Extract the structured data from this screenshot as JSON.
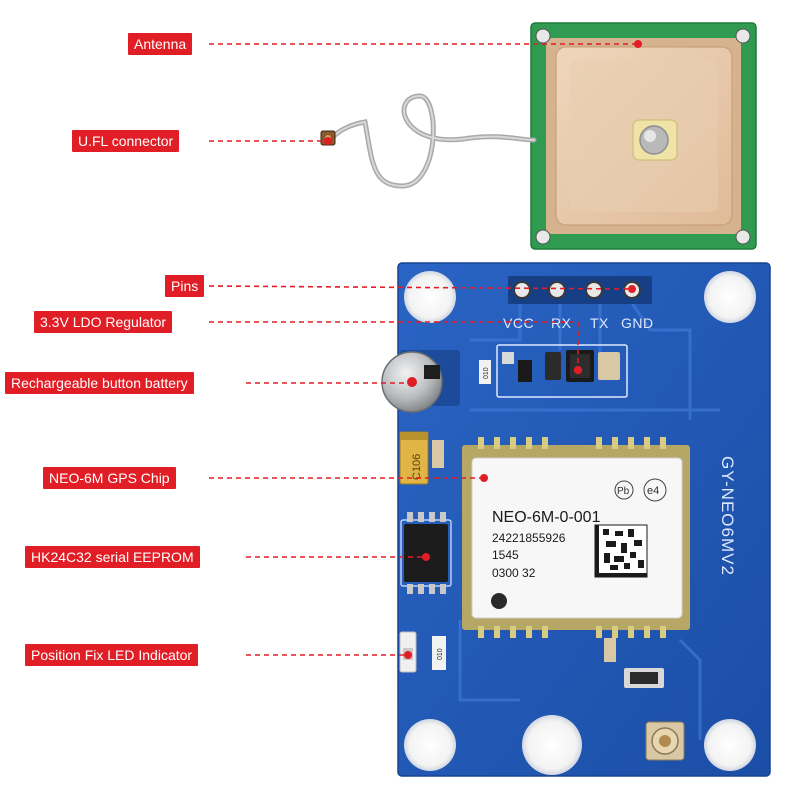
{
  "labels": {
    "antenna": "Antenna",
    "ufl": "U.FL connector",
    "pins": "Pins",
    "ldo": "3.3V LDO Regulator",
    "battery": "Rechargeable button battery",
    "gps_chip": "NEO-6M GPS Chip",
    "eeprom": "HK24C32 serial EEPROM",
    "led": "Position Fix LED Indicator"
  },
  "board": {
    "pin_labels": [
      "VCC",
      "RX",
      "TX",
      "GND"
    ],
    "side_label": "GY-NEO6MV2",
    "capacitor_label": "C106",
    "resistor_label": "010",
    "led_resistor_label": "010",
    "chip_lines": [
      "NEO-6M-0-001",
      "24221855926",
      "1545",
      "0300 32"
    ],
    "chip_badges": [
      "Pb",
      "e4"
    ]
  },
  "colors": {
    "callout": "#e11d25",
    "board": "#1f57b5",
    "antenna_frame": "#2e9a4e",
    "antenna_patch": "#e6c6a7"
  }
}
